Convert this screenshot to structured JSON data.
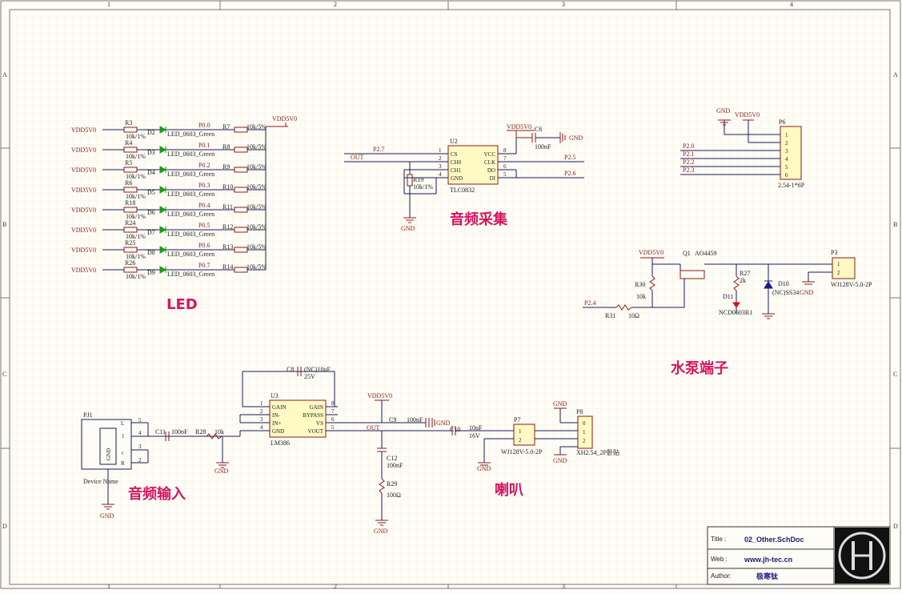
{
  "border": {
    "columns": [
      "1",
      "2",
      "3",
      "4"
    ],
    "rows": [
      "A",
      "B",
      "C",
      "D"
    ]
  },
  "sections": {
    "led": "LED",
    "audio_sample": "音频采集",
    "pump": "水泵端子",
    "audio_in": "音频输入",
    "speaker": "喇叭"
  },
  "power": {
    "vdd": "VDD5V0",
    "gnd": "GND"
  },
  "led_rows": [
    {
      "r": "R3",
      "d": "D2",
      "p": "P0.0",
      "rr": "R7"
    },
    {
      "r": "R4",
      "d": "D3",
      "p": "P0.1",
      "rr": "R8"
    },
    {
      "r": "R5",
      "d": "D4",
      "p": "P0.2",
      "rr": "R9"
    },
    {
      "r": "R6",
      "d": "D5",
      "p": "P0.3",
      "rr": "R10"
    },
    {
      "r": "R18",
      "d": "D6",
      "p": "P0.4",
      "rr": "R11"
    },
    {
      "r": "R24",
      "d": "D7",
      "p": "P0.5",
      "rr": "R12"
    },
    {
      "r": "R25",
      "d": "D8",
      "p": "P0.6",
      "rr": "R13"
    },
    {
      "r": "R26",
      "d": "D9",
      "p": "P0.7",
      "rr": "R14"
    }
  ],
  "led_common": {
    "res_val": "10k/1%",
    "led_part": "LED_0603_Green",
    "rr_val": "10k/5%"
  },
  "u2": {
    "ref": "U2",
    "part": "TLC0832",
    "left_pins": [
      {
        "n": "1",
        "name": "CS"
      },
      {
        "n": "2",
        "name": "CH0"
      },
      {
        "n": "3",
        "name": "CH1"
      },
      {
        "n": "4",
        "name": "GND"
      }
    ],
    "right_pins": [
      {
        "n": "8",
        "name": "VCC"
      },
      {
        "n": "7",
        "name": "CLK"
      },
      {
        "n": "6",
        "name": "DO"
      },
      {
        "n": "5",
        "name": "DI"
      }
    ],
    "nets": {
      "p27": "P2.7",
      "out": "OUT",
      "p25": "P2.5",
      "p26": "P2.6"
    },
    "r19": "R19",
    "r19_val": "10k/1%",
    "c6": "C6",
    "c6_val": "100nF"
  },
  "p6": {
    "ref": "P6",
    "part": "2.54-1*6P",
    "pins": [
      "1",
      "2",
      "3",
      "4",
      "5",
      "6"
    ],
    "nets": [
      "P2.0",
      "P2.1",
      "P2.2",
      "P2.3"
    ]
  },
  "pump": {
    "q1": "Q1",
    "q1_part": "AO4459",
    "r27": "R27",
    "r27_val": "2k",
    "r30": "R30",
    "r30_val": "10k",
    "r31": "R31",
    "r31_val": "10Ω",
    "d11": "D11",
    "d11_part": "NCD0603R1",
    "d10": "D10",
    "d10_part": "(NC)SS34",
    "p24": "P2.4",
    "p3": "P3",
    "p3_part": "WJ128V-5.0-2P",
    "p3_pins": [
      "1",
      "2"
    ]
  },
  "amp": {
    "u3": "U3",
    "u3_part": "LM386",
    "left_pins": [
      {
        "n": "1",
        "name": "GAIN"
      },
      {
        "n": "2",
        "name": "IN-"
      },
      {
        "n": "3",
        "name": "IN+"
      },
      {
        "n": "4",
        "name": "GND"
      }
    ],
    "right_pins": [
      {
        "n": "8",
        "name": "GAIN"
      },
      {
        "n": "7",
        "name": "BYPASS"
      },
      {
        "n": "6",
        "name": "VS"
      },
      {
        "n": "5",
        "name": "VOUT"
      }
    ],
    "c8": "C8",
    "c8_val": "(NC)10uF",
    "c8_v": "25V",
    "c9": "C9",
    "c9_val": "100nF",
    "c10": "C10",
    "c10_val": "10uF",
    "c10_v": "16V",
    "c11": "C11",
    "c11_val": "100nF",
    "c12": "C12",
    "c12_val": "100nF",
    "r28": "R28",
    "r28_val": "10k",
    "r29": "R29",
    "r29_val": "100Ω",
    "out": "OUT",
    "pj1": "PJ1",
    "pj1_name": "Device Name",
    "pj1_pins": [
      "5",
      "4",
      "1",
      "3",
      "2"
    ],
    "pj1_letters": [
      "L",
      "r",
      "R"
    ],
    "pj1_gnd": "GND",
    "p7": "P7",
    "p7_part": "WJ128V-5.0-2P",
    "p8": "P8",
    "p8_part": "XH2.54_2P卧贴",
    "p8_pins": [
      "0",
      "1",
      "2"
    ],
    "p7_pins": [
      "1",
      "2"
    ]
  },
  "title_block": {
    "title_label": "Title :",
    "title": "02_Other.SchDoc",
    "web_label": "Web :",
    "web": "www.jh-tec.cn",
    "author_label": "Author:",
    "author": "极寒钛"
  }
}
